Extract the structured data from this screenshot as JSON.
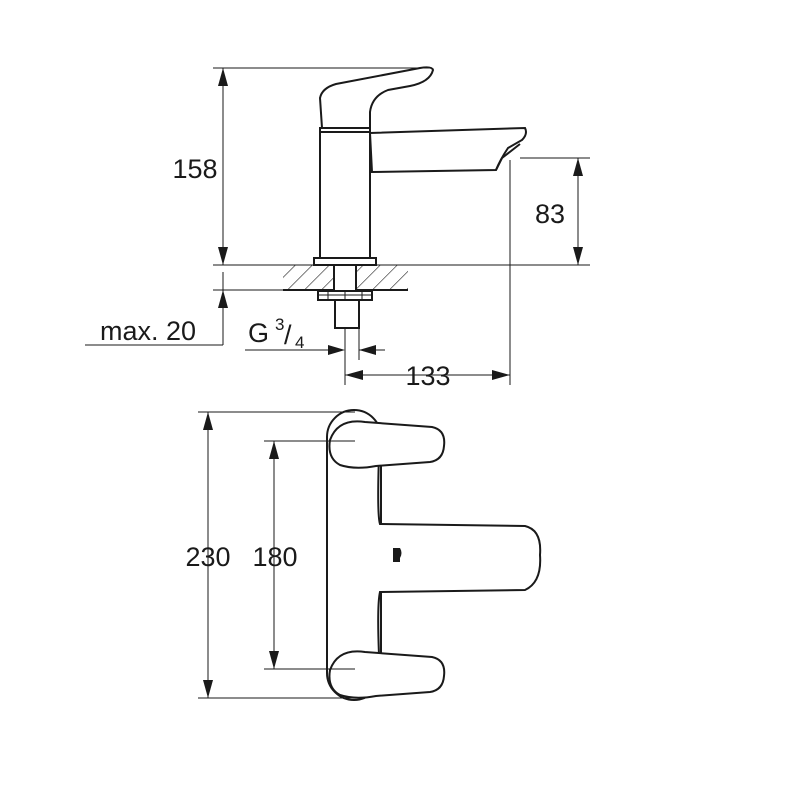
{
  "drawing": {
    "side_view": {
      "height_total": "158",
      "spout_height": "83",
      "reach": "133",
      "max_counter_thickness": "max. 20",
      "thread_prefix": "G",
      "thread_num": "3",
      "thread_den": "4"
    },
    "top_view": {
      "overall_width": "230",
      "handle_spacing": "180"
    }
  }
}
